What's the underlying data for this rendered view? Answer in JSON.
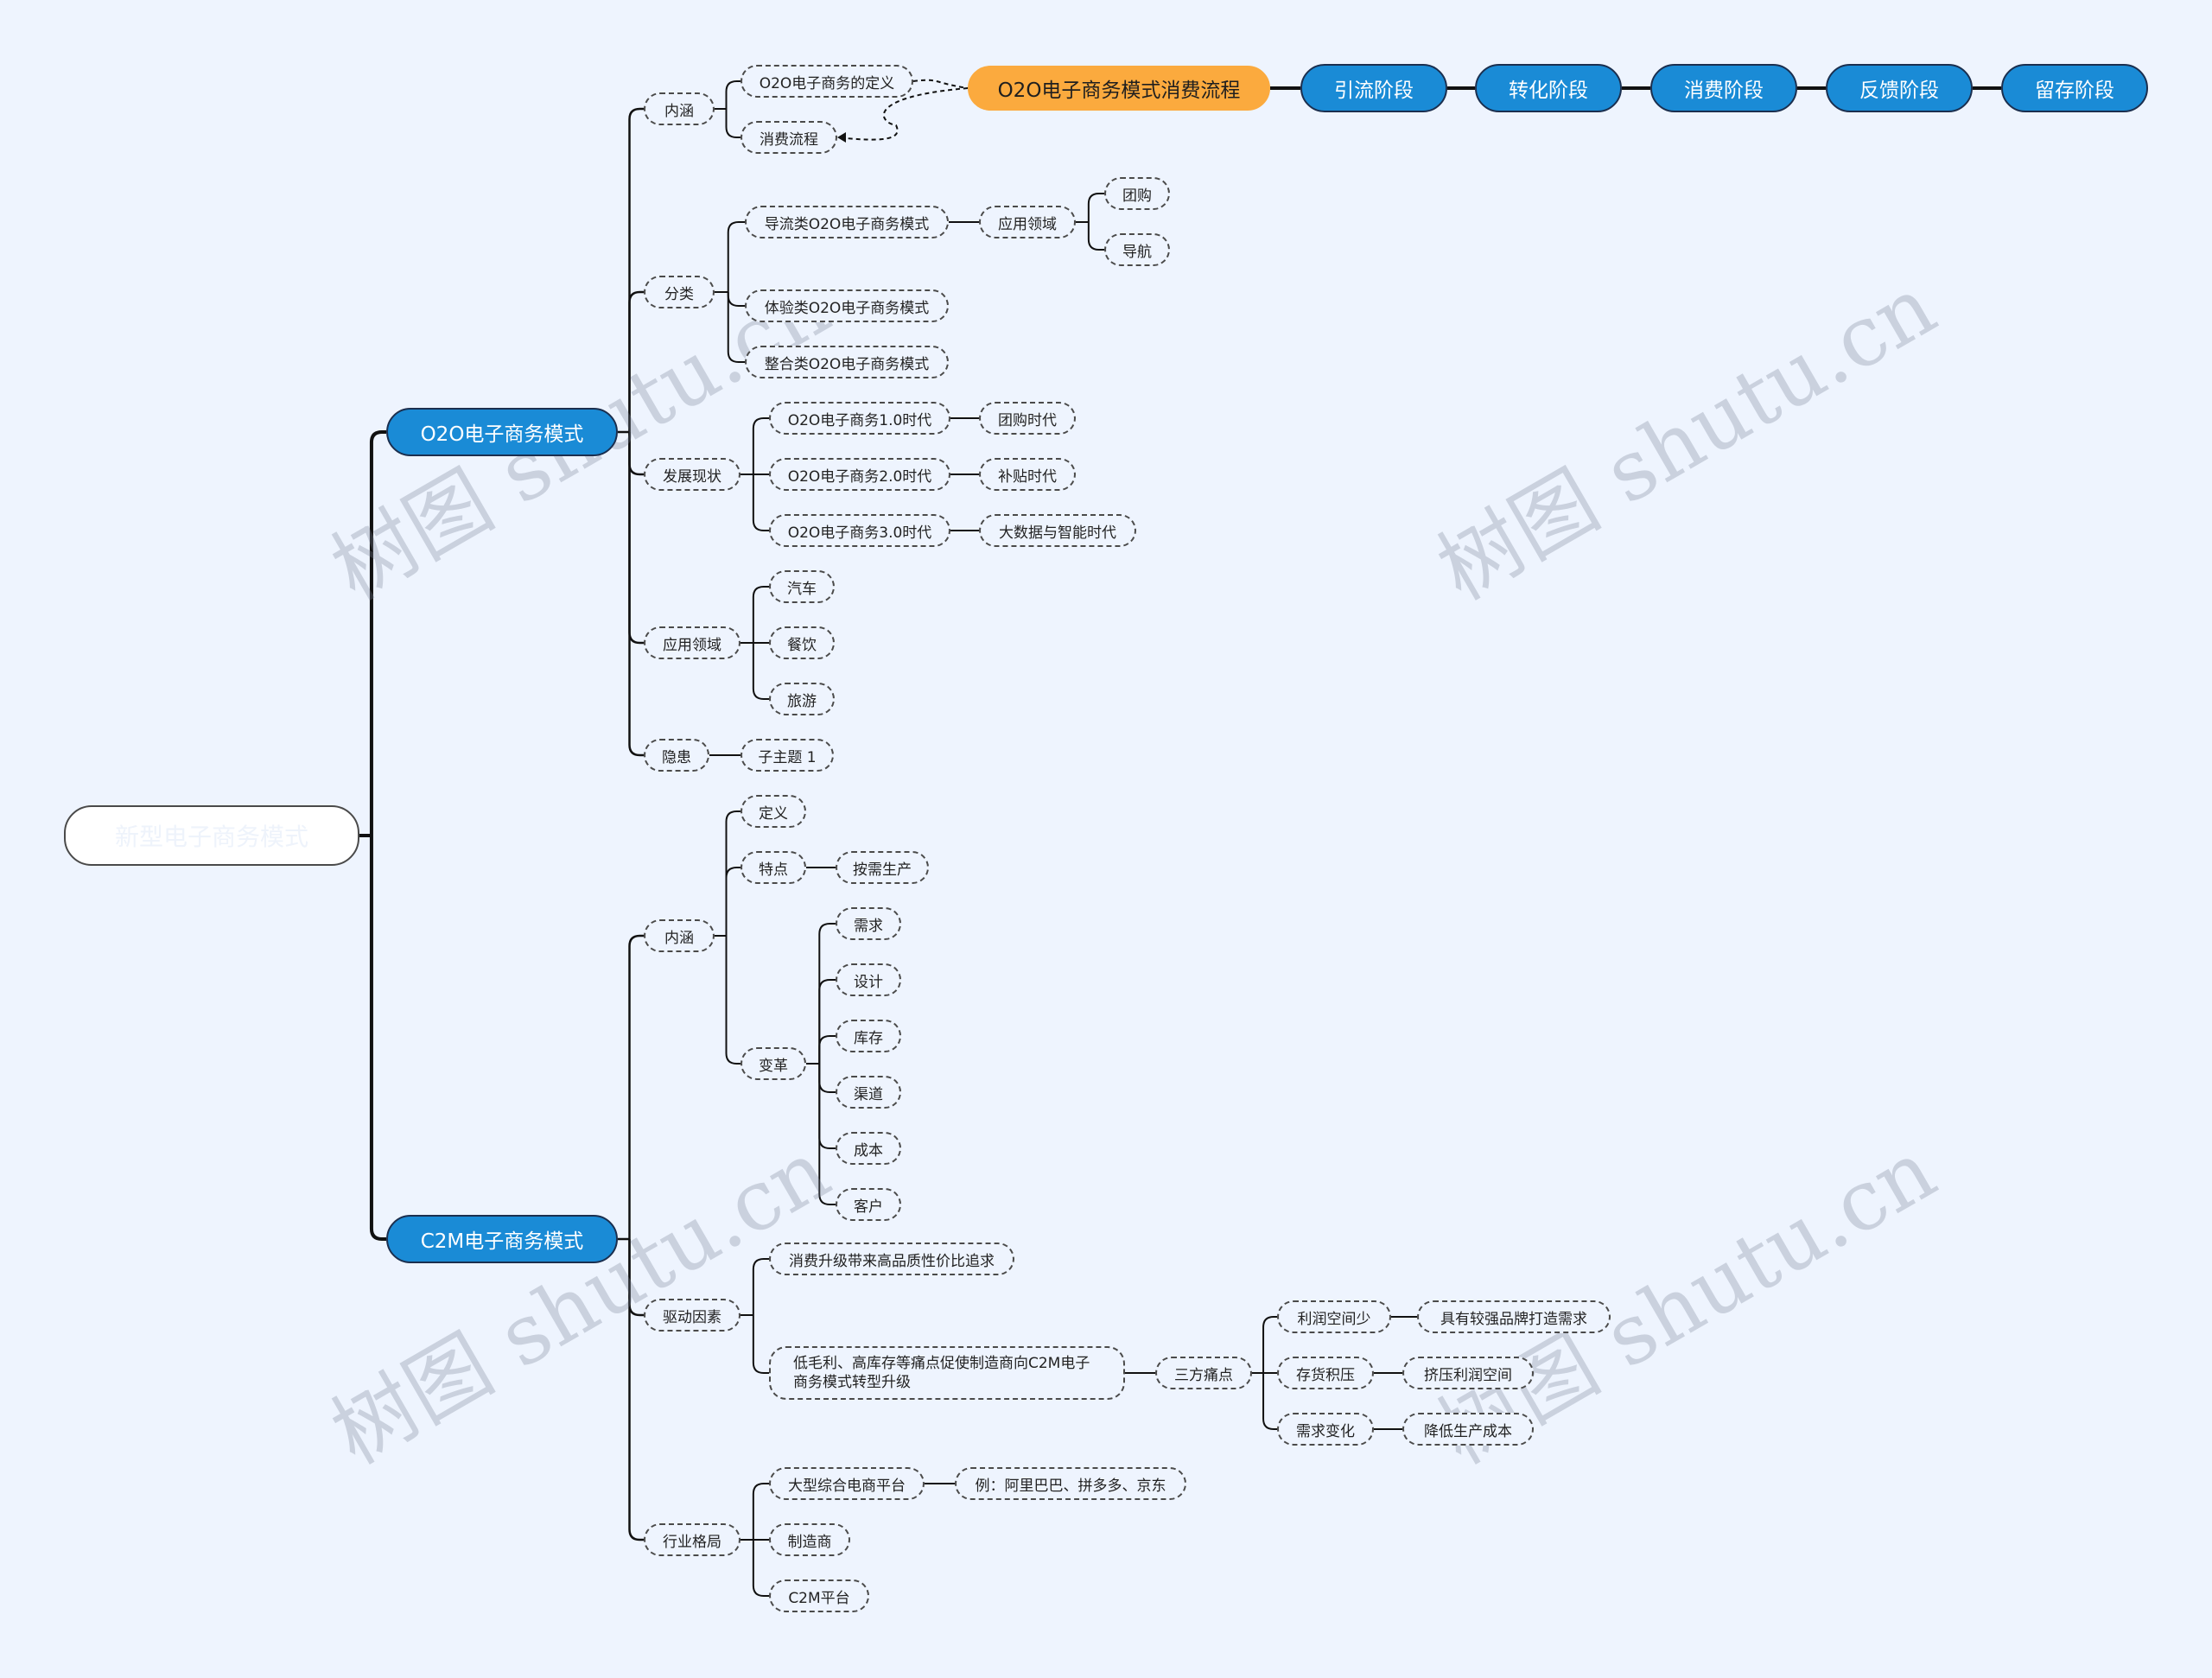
{
  "root": "新型电子商务模式",
  "watermark": "树图 shutu.cn",
  "colors": {
    "background": "#eef4fe",
    "primary_node": "#1a8bd6",
    "highlight_node": "#fbaa3e",
    "line": "#111111"
  },
  "o2o": {
    "label": "O2O电子商务模式",
    "neihan": {
      "label": "内涵",
      "definition": "O2O电子商务的定义",
      "process": "消费流程"
    },
    "flow": {
      "title": "O2O电子商务模式消费流程",
      "stages": [
        "引流阶段",
        "转化阶段",
        "消费阶段",
        "反馈阶段",
        "留存阶段"
      ]
    },
    "fenlei": {
      "label": "分类",
      "daoliu": "导流类O2O电子商务模式",
      "daoliu_app": "应用领域",
      "daoliu_app_items": [
        "团购",
        "导航"
      ],
      "tiyan": "体验类O2O电子商务模式",
      "zhenghe": "整合类O2O电子商务模式"
    },
    "fazhan": {
      "label": "发展现状",
      "eras": [
        {
          "name": "O2O电子商务1.0时代",
          "desc": "团购时代"
        },
        {
          "name": "O2O电子商务2.0时代",
          "desc": "补贴时代"
        },
        {
          "name": "O2O电子商务3.0时代",
          "desc": "大数据与智能时代"
        }
      ]
    },
    "yingyong": {
      "label": "应用领域",
      "items": [
        "汽车",
        "餐饮",
        "旅游"
      ]
    },
    "yinhuan": {
      "label": "隐患",
      "child": "子主题 1"
    }
  },
  "c2m": {
    "label": "C2M电子商务模式",
    "neihan": {
      "label": "内涵",
      "definition": "定义",
      "tedian": "特点",
      "tedian_child": "按需生产",
      "biange": "变革",
      "biange_items": [
        "需求",
        "设计",
        "库存",
        "渠道",
        "成本",
        "客户"
      ]
    },
    "qudong": {
      "label": "驱动因素",
      "upgrade": "消费升级带来高品质性价比追求",
      "transform": "低毛利、高库存等痛点促使制造商向C2M电子商务模式转型升级",
      "pain": "三方痛点",
      "pain_items": [
        {
          "name": "利润空间少",
          "desc": "具有较强品牌打造需求"
        },
        {
          "name": "存货积压",
          "desc": "挤压利润空间"
        },
        {
          "name": "需求变化",
          "desc": "降低生产成本"
        }
      ]
    },
    "geju": {
      "label": "行业格局",
      "platform": "大型综合电商平台",
      "platform_example": "例：阿里巴巴、拼多多、京东",
      "maker": "制造商",
      "c2m_platform": "C2M平台"
    }
  }
}
